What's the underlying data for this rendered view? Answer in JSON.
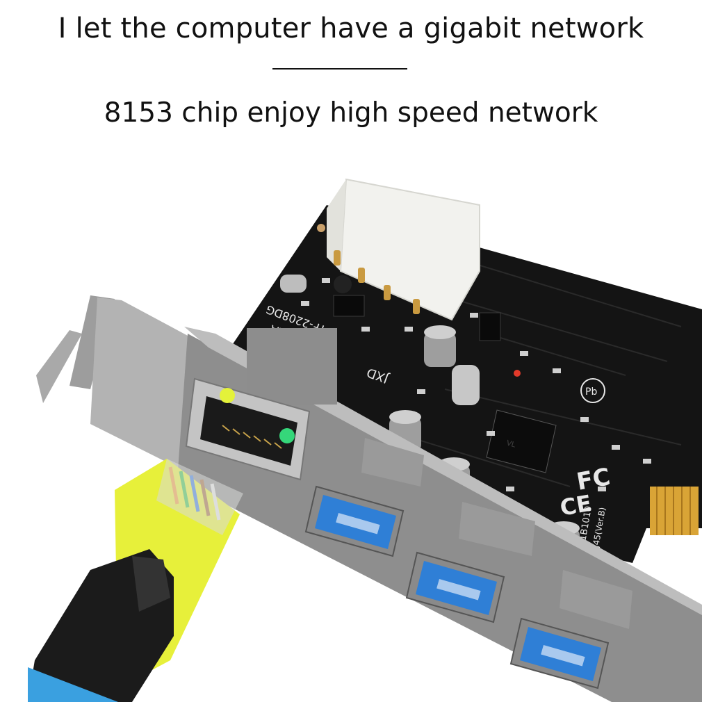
{
  "headline": "I let the computer have a gigabit network",
  "subheadline": "8153 chip enjoy high speed network",
  "colors": {
    "pcb": "#141414",
    "bracket": "#8f8f8f",
    "usb_blue": "#2f7fd6",
    "cable_yellow": "#e7f03a",
    "cable_blue": "#3aa0e0",
    "led_yellow": "#e4f23a",
    "led_green": "#35d77a",
    "gold": "#d9a436"
  },
  "board_text": {
    "model": "TF-2208DG",
    "date": "1822A",
    "brand": "JXD",
    "fcc": "FC",
    "ce": "CE",
    "pb": "Pb",
    "serial": "TXB041B1010",
    "version": "U3&RJ45(Ver.B)"
  }
}
